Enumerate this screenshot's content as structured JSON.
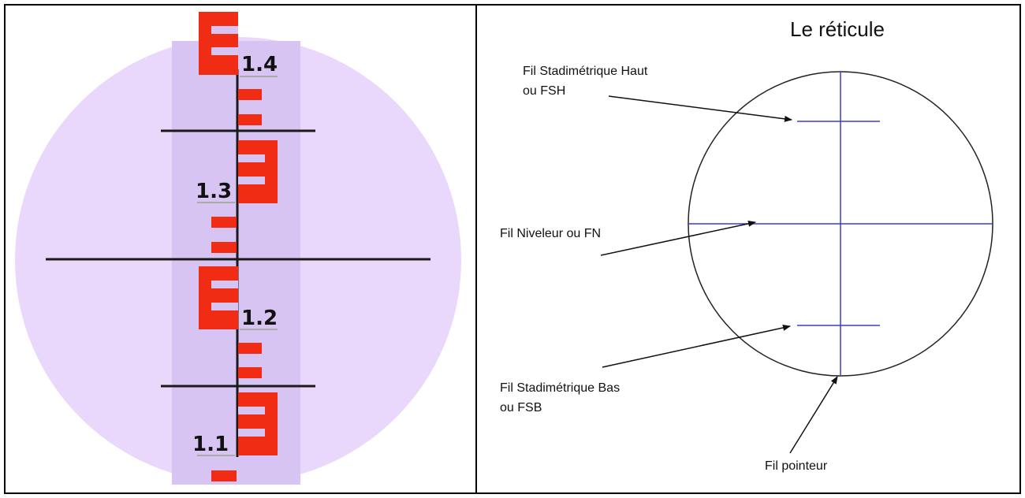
{
  "left_panel": {
    "scale_labels": [
      "1.4",
      "1.3",
      "1.2",
      "1.1"
    ],
    "colors": {
      "disc": "#e9d8fb",
      "staff_strip": "#d7c4f2",
      "graduation": "#f02c14",
      "lines": "#1a1a1a"
    }
  },
  "right_panel": {
    "title": "Le réticule",
    "labels": {
      "fsh_line1": "Fil Stadimétrique Haut",
      "fsh_line2": "ou FSH",
      "fn": "Fil Niveleur ou FN",
      "fsb_line1": "Fil Stadimétrique Bas",
      "fsb_line2": "ou FSB",
      "pointeur": "Fil pointeur"
    },
    "colors": {
      "reticle": "#3b3bd6",
      "circle": "#222222",
      "arrows": "#111111"
    }
  }
}
